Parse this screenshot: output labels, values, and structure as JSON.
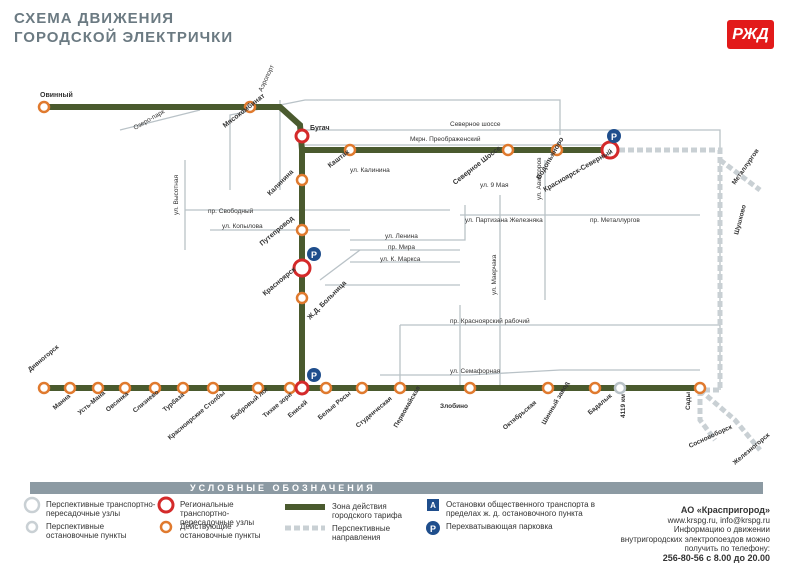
{
  "title": "СХЕМА ДВИЖЕНИЯ\nГОРОДСКОЙ ЭЛЕКТРИЧКИ",
  "logo": "РЖД",
  "colors": {
    "tariff_line": "#4a5a2e",
    "orange": "#e07a2e",
    "red": "#d42a2a",
    "gray": "#9aa6ad",
    "accent": "#1f4e8c"
  },
  "stations_top": [
    "Овинный",
    "Мясокомбинат",
    "Бугач",
    "Каштак",
    "Северное Шоссе",
    "Водопьяново",
    "Красноярск-Северный"
  ],
  "stations_vertical": [
    "Калинина",
    "Путепровод",
    "Красноярск",
    "Ж.Д. Больница"
  ],
  "stations_bottom": [
    "Дивногорск",
    "Манна",
    "Усть-Мана",
    "Овсянка",
    "Слизнево",
    "Турбаза",
    "Красноярские Столбы",
    "Бобровый лог",
    "Тихие зори",
    "Енисей",
    "Белые Росы",
    "Студенческая",
    "Первомайская",
    "Злобино",
    "Октябрьская",
    "Шинный завод",
    "Бадалык",
    "4119 км",
    "Сады",
    "Сосновоборск",
    "Железногорск",
    "Металлургов",
    "Шушково"
  ],
  "streets": [
    "ул. Калинина",
    "Северное шоссе",
    "Мкрн. Преображенский",
    "пр. Свободный",
    "ул. Копылова",
    "ул. Высотная",
    "ул. Ленина",
    "пр. Мира",
    "ул. К. Маркса",
    "ул. Партизана Железняка",
    "пр. Металлургов",
    "ул. Маерчака",
    "ул. Авиаторов",
    "ул. 9 Мая",
    "пр. Красноярский рабочий",
    "ул. Семафорная",
    "Аэропорт",
    "Озеро-парк"
  ],
  "legend": {
    "header": "УСЛОВНЫЕ ОБОЗНАЧЕНИЯ",
    "items": [
      "Перспективные транспортно-пересадочные узлы",
      "Перспективные остановочные пункты",
      "Региональные транспортно-пересадочные узлы",
      "Действующие остановочные пункты",
      "Зона действия городского тарифа",
      "Перспективные направления",
      "Остановки общественного транспорта в пределах ж. д. остановочного пункта",
      "Перехватывающая парковка"
    ]
  },
  "org": {
    "name": "АО «Краспригород»",
    "site": "www.krspg.ru, info@krspg.ru",
    "info": "Информацию о движении внутригородских электропоездов можно получить по телефону:",
    "phone": "256-80-56 с 8.00 до 20.00"
  }
}
